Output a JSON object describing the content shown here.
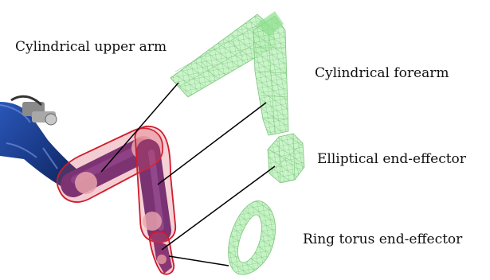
{
  "figure": {
    "labels": {
      "upper_arm": "Cylindrical upper arm",
      "forearm": "Cylindrical forearm",
      "elliptical_ee": "Elliptical end-effector",
      "torus_ee": "Ring torus end-effector"
    },
    "colors": {
      "mesh_fill": "#b8f0b8",
      "mesh_edge": "#7cc47c",
      "hull_fill": "#d84a5c",
      "hull_edge": "#d01b2b",
      "robot_body": "#5a2a7a",
      "robot_base": "#1e3f8a",
      "leader_line": "#000000"
    }
  }
}
